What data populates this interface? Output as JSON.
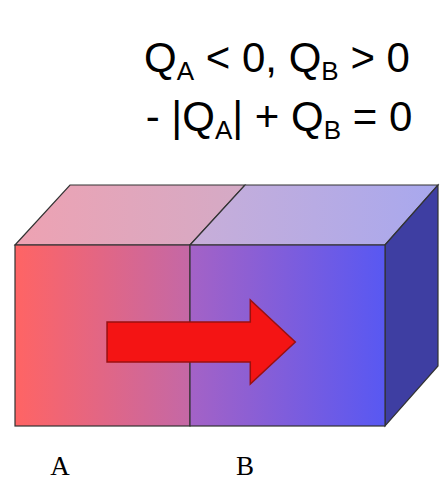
{
  "diagram": {
    "nodes": [
      {
        "text": [
          "A"
        ]
      },
      {
        "text": [
          "B"
        ]
      }
    ],
    "edges": [
      {
        "from": 0,
        "to": 1,
        "arrow": "to"
      }
    ],
    "labels": [
      "QA < 0, QB > 0",
      "- |QA| + QB = 0"
    ]
  }
}
